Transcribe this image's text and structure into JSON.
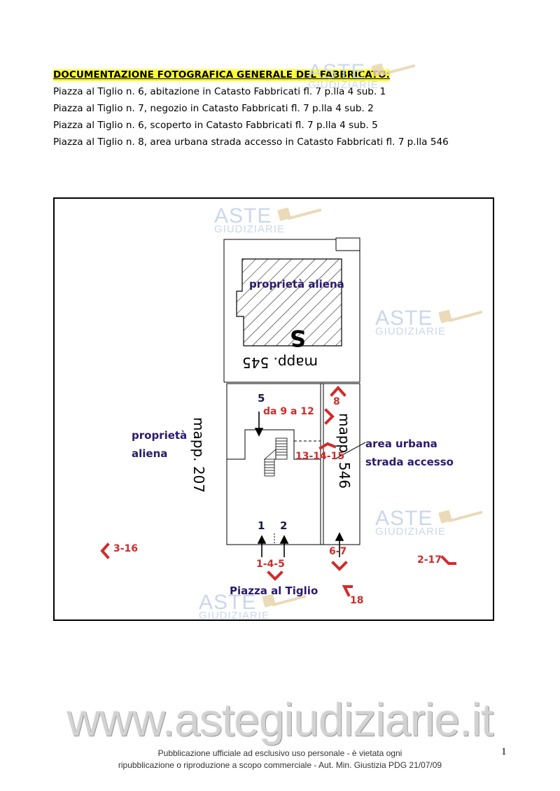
{
  "header": {
    "title": "DOCUMENTAZIONE FOTOGRAFICA GENERALE DEL FABBRICATO:",
    "lines": [
      "Piazza al Tiglio n. 6, abitazione in Catasto Fabbricati fl. 7 p.lla 4 sub. 1",
      "Piazza al Tiglio n. 7, negozio in Catasto Fabbricati fl. 7 p.lla 4 sub. 2",
      "Piazza al Tiglio n. 6, scoperto in Catasto Fabbricati fl. 7 p.lla 4 sub. 5",
      "Piazza al Tiglio n. 8, area urbana strada accesso in Catasto Fabbricati fl. 7 p.lla 546"
    ]
  },
  "watermark": {
    "brand": "ASTE",
    "sub": "GIUDIZIARIE"
  },
  "plan": {
    "proprieta_aliena_top": "proprietà aliena",
    "north_letter": "S",
    "mapp_545": "mapp. 545",
    "mapp_207": "mapp. 207",
    "mapp_546": "mapp. 546",
    "proprieta_aliena_left_1": "proprietà",
    "proprieta_aliena_left_2": "aliena",
    "area_urbana_1": "area urbana",
    "area_urbana_2": "strada accesso",
    "piazza": "Piazza al Tiglio",
    "photo_labels": {
      "p5": "5",
      "p9_12": "da 9 a 12",
      "p8": "8",
      "p13_15": "13-14-15",
      "p1": "1",
      "p2": "2",
      "p1_4_5": "1-4-5",
      "p6_7": "6-7",
      "p3_16": "3-16",
      "p2_17": "2-17",
      "p18": "18"
    }
  },
  "site_watermark": "www.astegiudiziarie.it",
  "footer": {
    "line1": "Pubblicazione ufficiale ad esclusivo uso personale - è vietata ogni",
    "line2": "ripubblicazione o riproduzione a scopo commerciale - Aut. Min. Giustizia PDG 21/07/09"
  },
  "page_number": "1"
}
